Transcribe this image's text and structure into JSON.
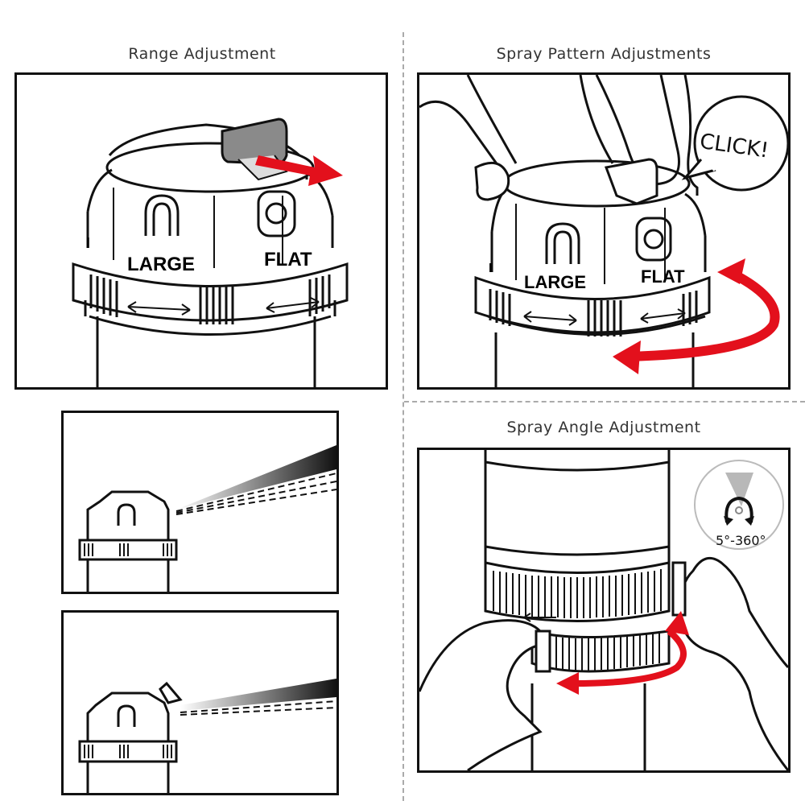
{
  "titles": {
    "range": "Range Adjustment",
    "pattern": "Spray Pattern Adjustments",
    "angle": "Spray Angle Adjustment"
  },
  "labels": {
    "large": "LARGE",
    "flat": "FLAT",
    "mark": "I",
    "click": "CLICK!",
    "angle_range": "5°-360°"
  },
  "colors": {
    "arrow_red": "#e3101c",
    "tab_gray": "#8a8a8a",
    "line": "#111111"
  },
  "icons": {
    "range_arrow": "arrow-right-icon",
    "rotate_arrow": "curved-rotate-arrow-icon",
    "angle_badge": "rotation-angle-icon"
  }
}
